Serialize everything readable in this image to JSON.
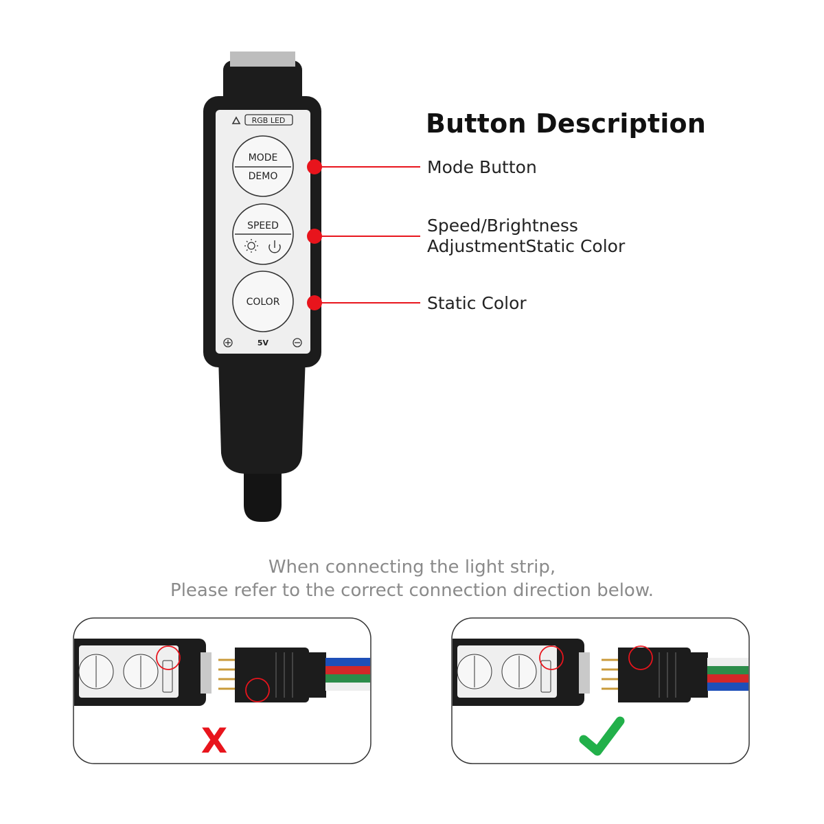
{
  "heading": "Button Description",
  "callouts": [
    {
      "label": "Mode Button"
    },
    {
      "label": "Speed/Brightness"
    },
    {
      "label": "AdjustmentStatic Color"
    },
    {
      "label": "Static Color"
    }
  ],
  "controller": {
    "badge": "RGB LED",
    "mode_top": "MODE",
    "mode_bottom": "DEMO",
    "speed": "SPEED",
    "color": "COLOR",
    "voltage": "5V"
  },
  "instructions": {
    "line1": "When connecting the light strip,",
    "line2": "Please refer to the correct connection direction below."
  },
  "panels": [
    {
      "result": "X",
      "status": "wrong"
    },
    {
      "result": "✓",
      "status": "correct"
    }
  ],
  "colors": {
    "marker": "#e8141c",
    "wrong": "#e8141c",
    "correct": "#22b04a"
  }
}
